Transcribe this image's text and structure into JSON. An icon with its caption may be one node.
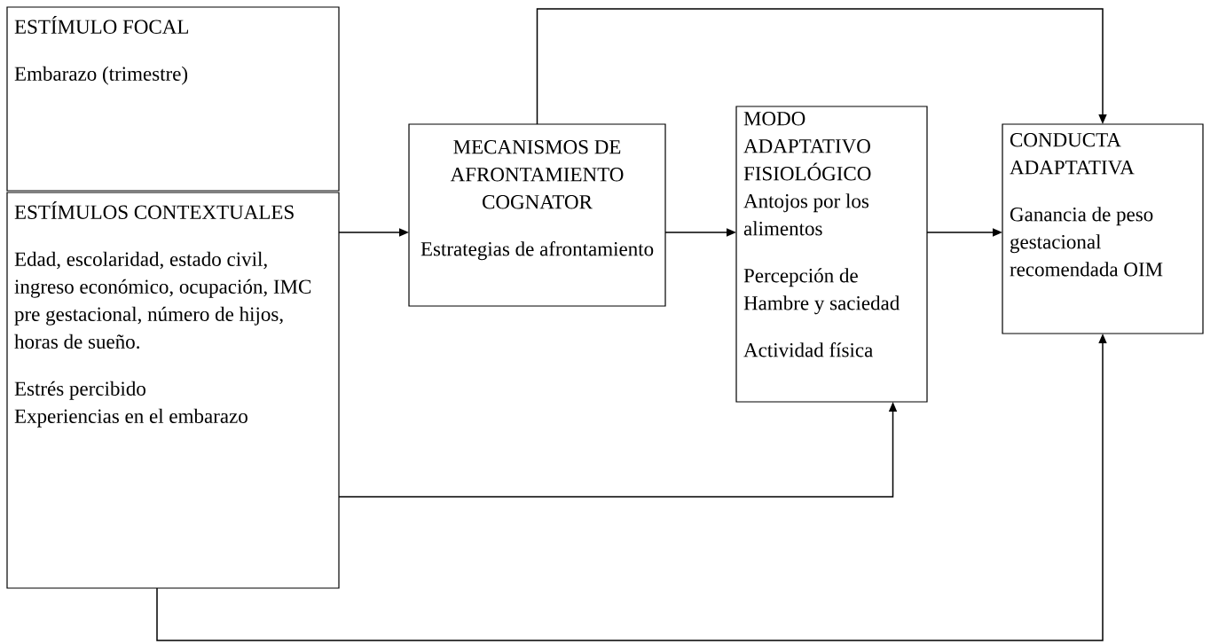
{
  "diagram": {
    "nodes": [
      {
        "text": [
          "ESTÍMULO FOCAL",
          "Embarazo (trimestre)"
        ]
      },
      {
        "text": [
          "ESTÍMULOS CONTEXTUALES",
          "Edad, escolaridad, estado civil, ingreso económico, ocupación,  IMC pre gestacional, número de hijos, horas de sueño.",
          "Estrés percibido",
          "Experiencias en el embarazo"
        ]
      },
      {
        "text": [
          "MECANISMOS DE AFRONTAMIENTO COGNATOR",
          "Estrategias de afrontamiento"
        ]
      },
      {
        "text": [
          "MODO ADAPTATIVO FISIOLÓGICO",
          "Antojos por los alimentos",
          "Percepción de Hambre y saciedad",
          "Actividad física"
        ]
      },
      {
        "text": [
          "CONDUCTA ADAPTATIVA",
          "Ganancia de peso gestacional recomendada OIM"
        ]
      }
    ],
    "edges": [
      {
        "from": 1,
        "to": 2,
        "arrow": "to"
      },
      {
        "from": 2,
        "to": 3,
        "arrow": "to"
      },
      {
        "from": 3,
        "to": 4,
        "arrow": "to"
      },
      {
        "from": 2,
        "to": 4,
        "arrow": "to"
      },
      {
        "from": 1,
        "to": 3,
        "arrow": "to"
      },
      {
        "from": 1,
        "to": 4,
        "arrow": "to"
      }
    ]
  }
}
